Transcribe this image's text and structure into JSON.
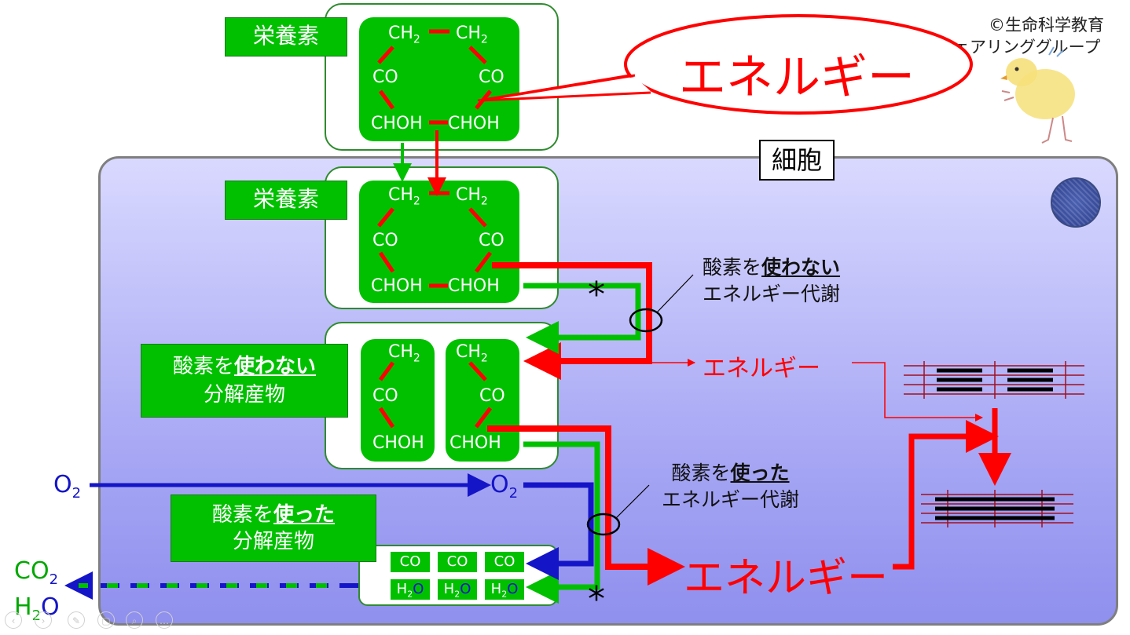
{
  "copyright": [
    "©生命科学教育",
    "シェアリンググループ"
  ],
  "labels": {
    "energy_bubble": "エネルギー",
    "cell": "細胞",
    "nutrient": "栄養素",
    "anaerobic_product_line1_a": "酸素を",
    "anaerobic_product_line1_b": "使わない",
    "anaerobic_product_line2": "分解産物",
    "aerobic_product_line1_a": "酸素を",
    "aerobic_product_line1_b": "使った",
    "aerobic_product_line2": "分解産物",
    "anaerobic_metabolism_a": "酸素を",
    "anaerobic_metabolism_b": "使わない",
    "anaerobic_metabolism_c": "エネルギー代謝",
    "aerobic_metabolism_a": "酸素を",
    "aerobic_metabolism_b": "使った",
    "aerobic_metabolism_c": "エネルギー代謝",
    "energy_small": "エネルギー",
    "energy_large": "エネルギー",
    "asterisk": "*"
  },
  "molecule": {
    "ch2": "CH",
    "sub2": "2",
    "co": "CO",
    "choh": "CHOH"
  },
  "gas": {
    "o2": "O",
    "co2": "CO",
    "h2o_h": "H",
    "h2o_o": "O",
    "sub2": "2"
  },
  "colors": {
    "green": "#00c000",
    "red": "#ff0000",
    "blue": "#1515c8",
    "cell_border": "#7f7f7f"
  }
}
